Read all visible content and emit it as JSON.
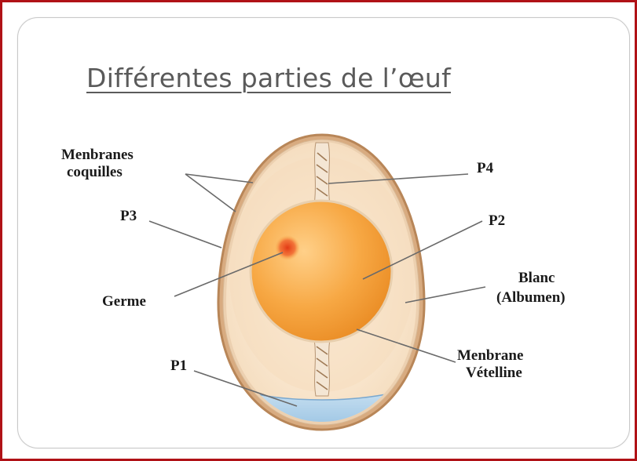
{
  "title": "Différentes parties de l’œuf",
  "labels": {
    "membranes_coquilles_line1": "Menbranes",
    "membranes_coquilles_line2": "coquilles",
    "p4": "P4",
    "p3": "P3",
    "p2": "P2",
    "germe": "Germe",
    "blanc_line1": "Blanc",
    "blanc_line2": "(Albumen)",
    "p1": "P1",
    "membrane_vitelline_line1": "Menbrane",
    "membrane_vitelline_line2": "Vételline"
  },
  "colors": {
    "frame_border": "#b01217",
    "title": "#5a5a5a",
    "shell": "#c99a6e",
    "albumen": "#fbe9d2",
    "yolk": "#f5a33c",
    "germ": "#e8451c",
    "air_cell": "#a9cde6"
  }
}
